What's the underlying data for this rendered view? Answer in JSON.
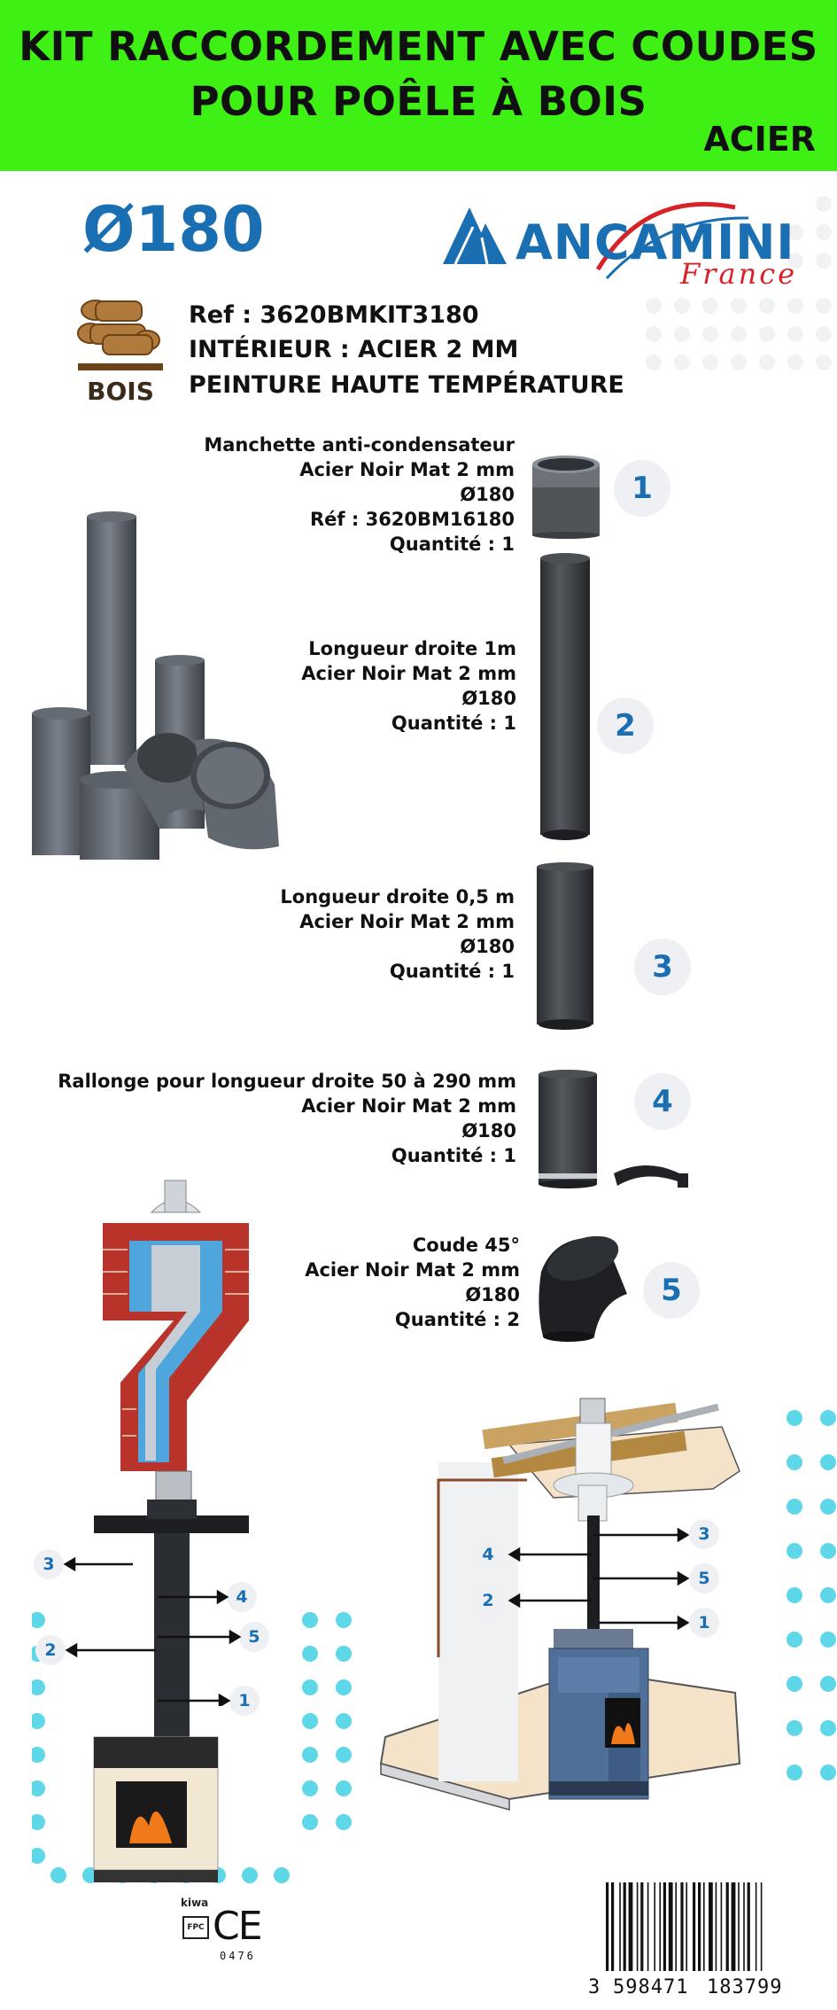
{
  "banner": {
    "title_line1": "KIT RACCORDEMENT AVEC COUDES",
    "title_line2": "POUR POÊLE À BOIS",
    "material": "ACIER",
    "color": "#3ef014"
  },
  "diameter": "Ø180",
  "brand": {
    "name": "ANCAMINI",
    "sub": "France",
    "color": "#1a6fb3"
  },
  "fuel_label": "BOIS",
  "specs": {
    "ref": "Ref : 3620BMKIT3180",
    "interior": "INTÉRIEUR : ACIER 2 MM",
    "paint": "PEINTURE HAUTE TEMPÉRATURE"
  },
  "items": [
    {
      "number": "1",
      "lines": [
        "Manchette anti-condensateur",
        "Acier Noir Mat 2 mm",
        "Ø180",
        "Réf : 3620BM16180",
        "Quantité : 1"
      ]
    },
    {
      "number": "2",
      "lines": [
        "Longueur droite 1m",
        "Acier Noir Mat 2 mm",
        "Ø180",
        "Quantité : 1"
      ]
    },
    {
      "number": "3",
      "lines": [
        "Longueur droite 0,5 m",
        "Acier Noir Mat 2 mm",
        "Ø180",
        "Quantité : 1"
      ]
    },
    {
      "number": "4",
      "lines": [
        "Rallonge pour longueur droite 50 à 290 mm",
        "Acier Noir Mat 2 mm",
        "Ø180",
        "Quantité : 1"
      ]
    },
    {
      "number": "5",
      "lines": [
        "Coude 45°",
        "Acier Noir Mat 2 mm",
        "Ø180",
        "Quantité : 2"
      ]
    }
  ],
  "diagram_left_callouts": [
    "3",
    "4",
    "5",
    "2",
    "1"
  ],
  "diagram_right_callouts": [
    "3",
    "4",
    "5",
    "2",
    "1"
  ],
  "certification": {
    "kiwa": "kiwa",
    "fpc": "FPC",
    "ce": "CE",
    "number": "0476"
  },
  "barcode": {
    "first": "3",
    "group1": "598471",
    "group2": "183799"
  }
}
